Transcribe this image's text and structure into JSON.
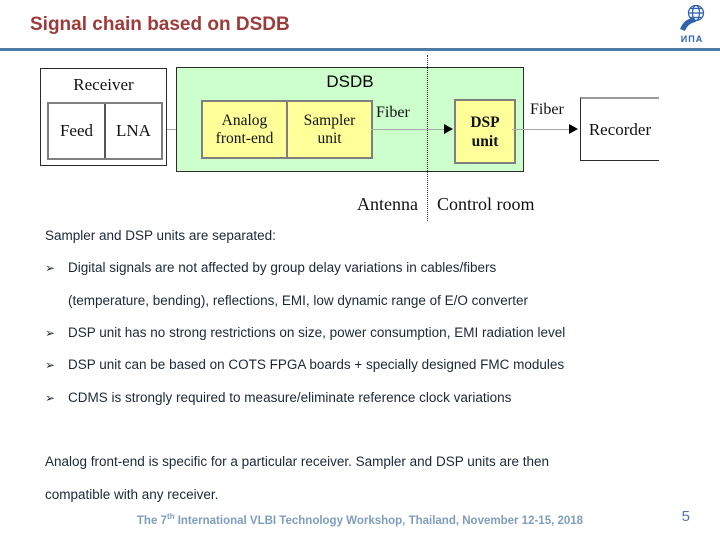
{
  "header": {
    "title": "Signal chain based on DSDB",
    "logo_text": "ИПА",
    "title_color": "#9e3b3a",
    "rule_color": "#4e7ca6"
  },
  "diagram": {
    "receiver": {
      "title": "Receiver",
      "feed": "Feed",
      "lna": "LNA"
    },
    "dsdb": {
      "title": "DSDB",
      "afe_line1": "Analog",
      "afe_line2": "front-end",
      "sampler_line1": "Sampler",
      "sampler_line2": "unit",
      "fiber_inside": "Fiber",
      "dsp_line1": "DSP",
      "dsp_line2": "unit"
    },
    "fiber_outside": "Fiber",
    "recorder": "Recorder",
    "antenna_label": "Antenna",
    "control_room_label": "Control room",
    "colors": {
      "dsdb_bg": "#ccffcc",
      "unit_bg": "#ffff99"
    }
  },
  "body": {
    "intro": "Sampler and DSP units are separated:",
    "bullet_char": "➢",
    "bullets": [
      {
        "text": "Digital signals are not affected by group delay variations in cables/fibers",
        "cont": "(temperature, bending), reflections, EMI, low dynamic range of E/O converter"
      },
      {
        "text": "DSP unit has no strong restrictions on size, power consumption, EMI radiation level"
      },
      {
        "text": "DSP unit can be based on COTS FPGA boards + specially designed FMC modules"
      },
      {
        "text": "CDMS is strongly required to measure/eliminate reference clock variations"
      }
    ],
    "closing_line1": "Analog front-end is specific for a particular receiver. Sampler and DSP units are then",
    "closing_line2": "compatible with any receiver."
  },
  "footer": {
    "text_prefix": "The 7",
    "text_sup": "th",
    "text_suffix": " International VLBI Technology Workshop, Thailand, November 12-15, 2018",
    "page_number": "5"
  }
}
